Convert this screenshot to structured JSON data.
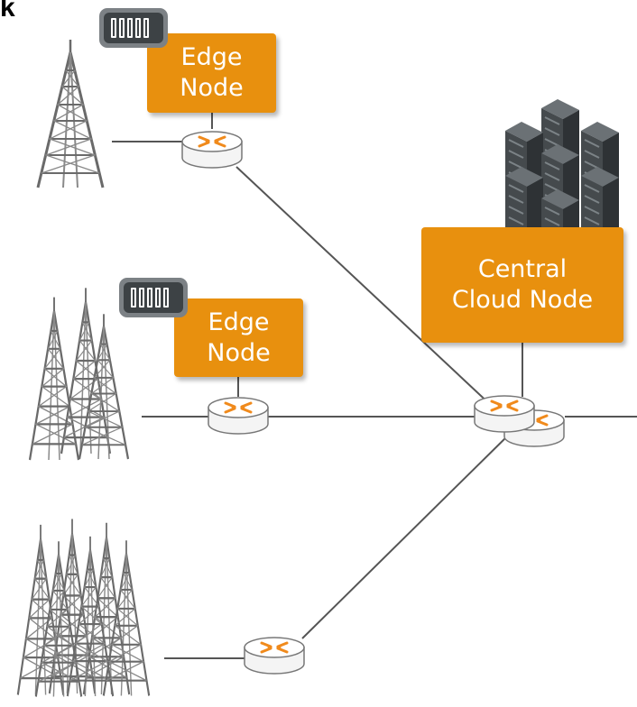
{
  "header": {
    "corner_text": "k"
  },
  "nodes": {
    "edge_top": {
      "line1": "Edge",
      "line2": "Node"
    },
    "edge_mid": {
      "line1": "Edge",
      "line2": "Node"
    },
    "central": {
      "line1": "Central",
      "line2": "Cloud Node"
    }
  },
  "colors": {
    "node_fill": "#e8900e",
    "link_line": "#555555",
    "router_body": "#ffffff",
    "router_arrows": "#f08a1c",
    "tower": "#6a6a6a",
    "server": "#4a4f52"
  },
  "icons": [
    "cell-tower-icon",
    "router-icon",
    "edge-server-icon",
    "server-rack-icon"
  ]
}
